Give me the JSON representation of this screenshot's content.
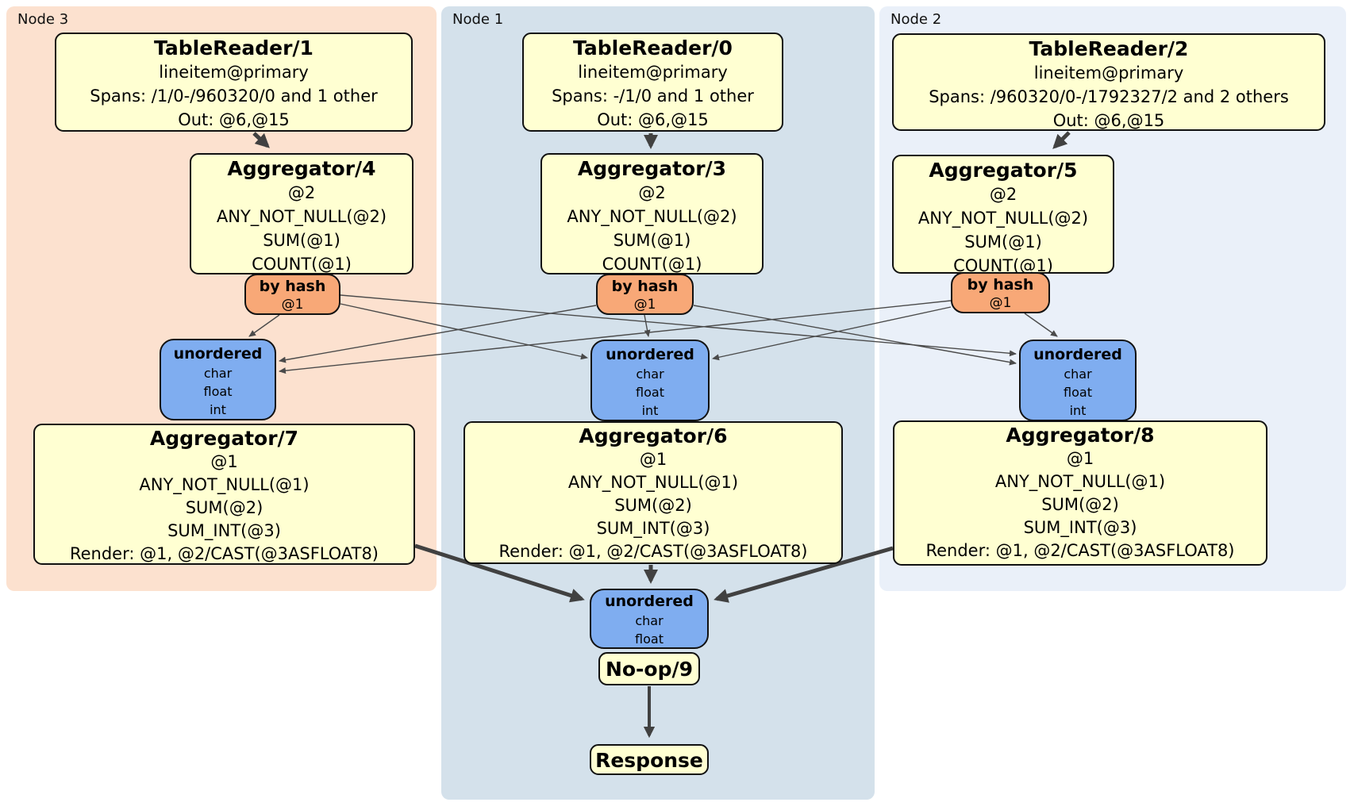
{
  "panels": [
    {
      "label": "Node 3"
    },
    {
      "label": "Node 1"
    },
    {
      "label": "Node 2"
    }
  ],
  "boxes": {
    "tablereader1": {
      "title": "TableReader/1",
      "body": "lineitem@primary\nSpans: /1/0-/960320/0 and 1 other\nOut: @6,@15"
    },
    "tablereader0": {
      "title": "TableReader/0",
      "body": "lineitem@primary\nSpans: -/1/0 and 1 other\nOut: @6,@15"
    },
    "tablereader2": {
      "title": "TableReader/2",
      "body": "lineitem@primary\nSpans: /960320/0-/1792327/2 and 2 others\nOut: @6,@15"
    },
    "aggregator4": {
      "title": "Aggregator/4",
      "body": "@2\nANY_NOT_NULL(@2)\nSUM(@1)\nCOUNT(@1)"
    },
    "aggregator3": {
      "title": "Aggregator/3",
      "body": "@2\nANY_NOT_NULL(@2)\nSUM(@1)\nCOUNT(@1)"
    },
    "aggregator5": {
      "title": "Aggregator/5",
      "body": "@2\nANY_NOT_NULL(@2)\nSUM(@1)\nCOUNT(@1)"
    },
    "aggregator7": {
      "title": "Aggregator/7",
      "body": "@1\nANY_NOT_NULL(@1)\nSUM(@2)\nSUM_INT(@3)\nRender: @1, @2/CAST(@3ASFLOAT8)"
    },
    "aggregator6": {
      "title": "Aggregator/6",
      "body": "@1\nANY_NOT_NULL(@1)\nSUM(@2)\nSUM_INT(@3)\nRender: @1, @2/CAST(@3ASFLOAT8)"
    },
    "aggregator8": {
      "title": "Aggregator/8",
      "body": "@1\nANY_NOT_NULL(@1)\nSUM(@2)\nSUM_INT(@3)\nRender: @1, @2/CAST(@3ASFLOAT8)"
    },
    "noop": {
      "title": "No-op/9"
    },
    "response": {
      "title": "Response"
    }
  },
  "routers": {
    "byhash_node3": {
      "title": "by hash",
      "sub": "@1"
    },
    "byhash_node1": {
      "title": "by hash",
      "sub": "@1"
    },
    "byhash_node2": {
      "title": "by hash",
      "sub": "@1"
    }
  },
  "syncs": {
    "unordered_node3": {
      "title": "unordered",
      "body": "char\nfloat\nint"
    },
    "unordered_node1": {
      "title": "unordered",
      "body": "char\nfloat\nint"
    },
    "unordered_node2": {
      "title": "unordered",
      "body": "char\nfloat\nint"
    },
    "unordered_final": {
      "title": "unordered",
      "body": "char\nfloat"
    }
  },
  "colors": {
    "node3_bg": "#fce1cf",
    "node1_bg": "#d4e1eb",
    "node2_bg": "#eaf0f9",
    "processor_fill": "#ffffd2",
    "router_fill": "#f8a877",
    "sync_fill": "#7fadf0",
    "edge_thick": "#414141",
    "edge_thin": "#4a4a4a",
    "border": "#111111"
  }
}
